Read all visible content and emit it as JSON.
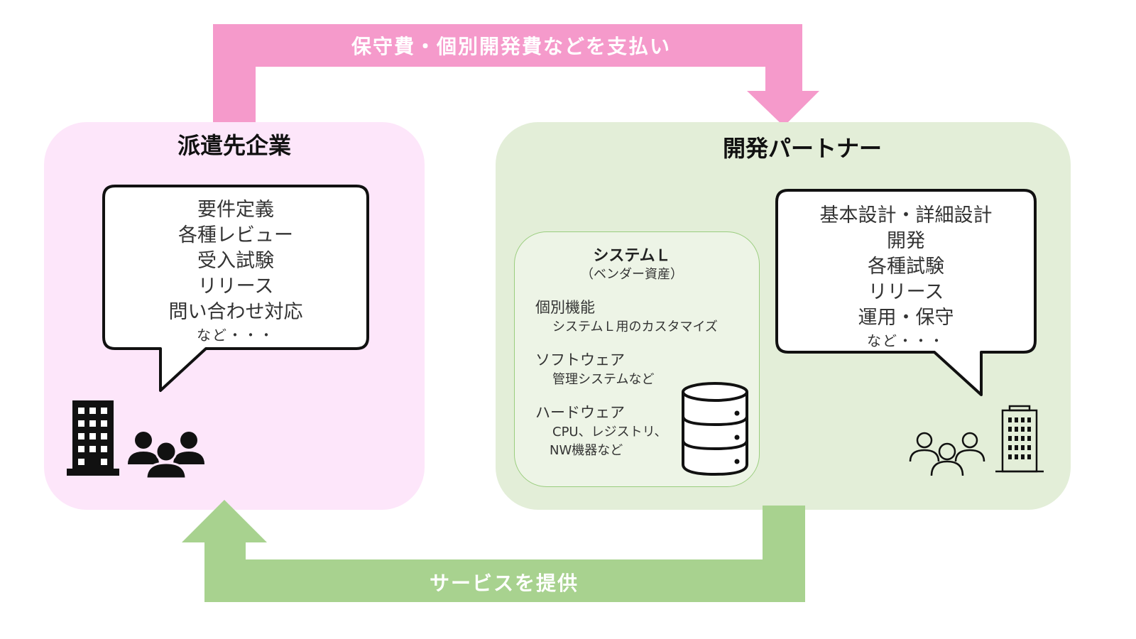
{
  "arrows": {
    "top_label": "保守費・個別開発費などを支払い",
    "bottom_label": "サービスを提供",
    "pink": "#F59ACB",
    "green": "#A8D28F"
  },
  "client": {
    "title": "派遣先企業",
    "bg": "#FDE6FA",
    "tasks": [
      "要件定義",
      "各種レビュー",
      "受入試験",
      "リリース",
      "問い合わせ対応"
    ],
    "etc": "など・・・"
  },
  "partner": {
    "title": "開発パートナー",
    "bg": "#E3EED8",
    "tasks": [
      "基本設計・詳細設計",
      "開発",
      "各種試験",
      "リリース",
      "運用・保守"
    ],
    "etc": "など・・・"
  },
  "system": {
    "title": "システムＬ",
    "subtitle": "（ベンダー資産）",
    "bg": "#EDF4E6",
    "border": "#9ACD7E",
    "items": [
      {
        "heading": "個別機能",
        "detail": [
          "システムＬ用のカスタマイズ"
        ]
      },
      {
        "heading": "ソフトウェア",
        "detail": [
          "管理システムなど"
        ]
      },
      {
        "heading": "ハードウェア",
        "detail": [
          "CPU、レジストリ、",
          "NW機器など"
        ]
      }
    ]
  },
  "icons": [
    "building-icon",
    "people-icon",
    "database-icon"
  ]
}
